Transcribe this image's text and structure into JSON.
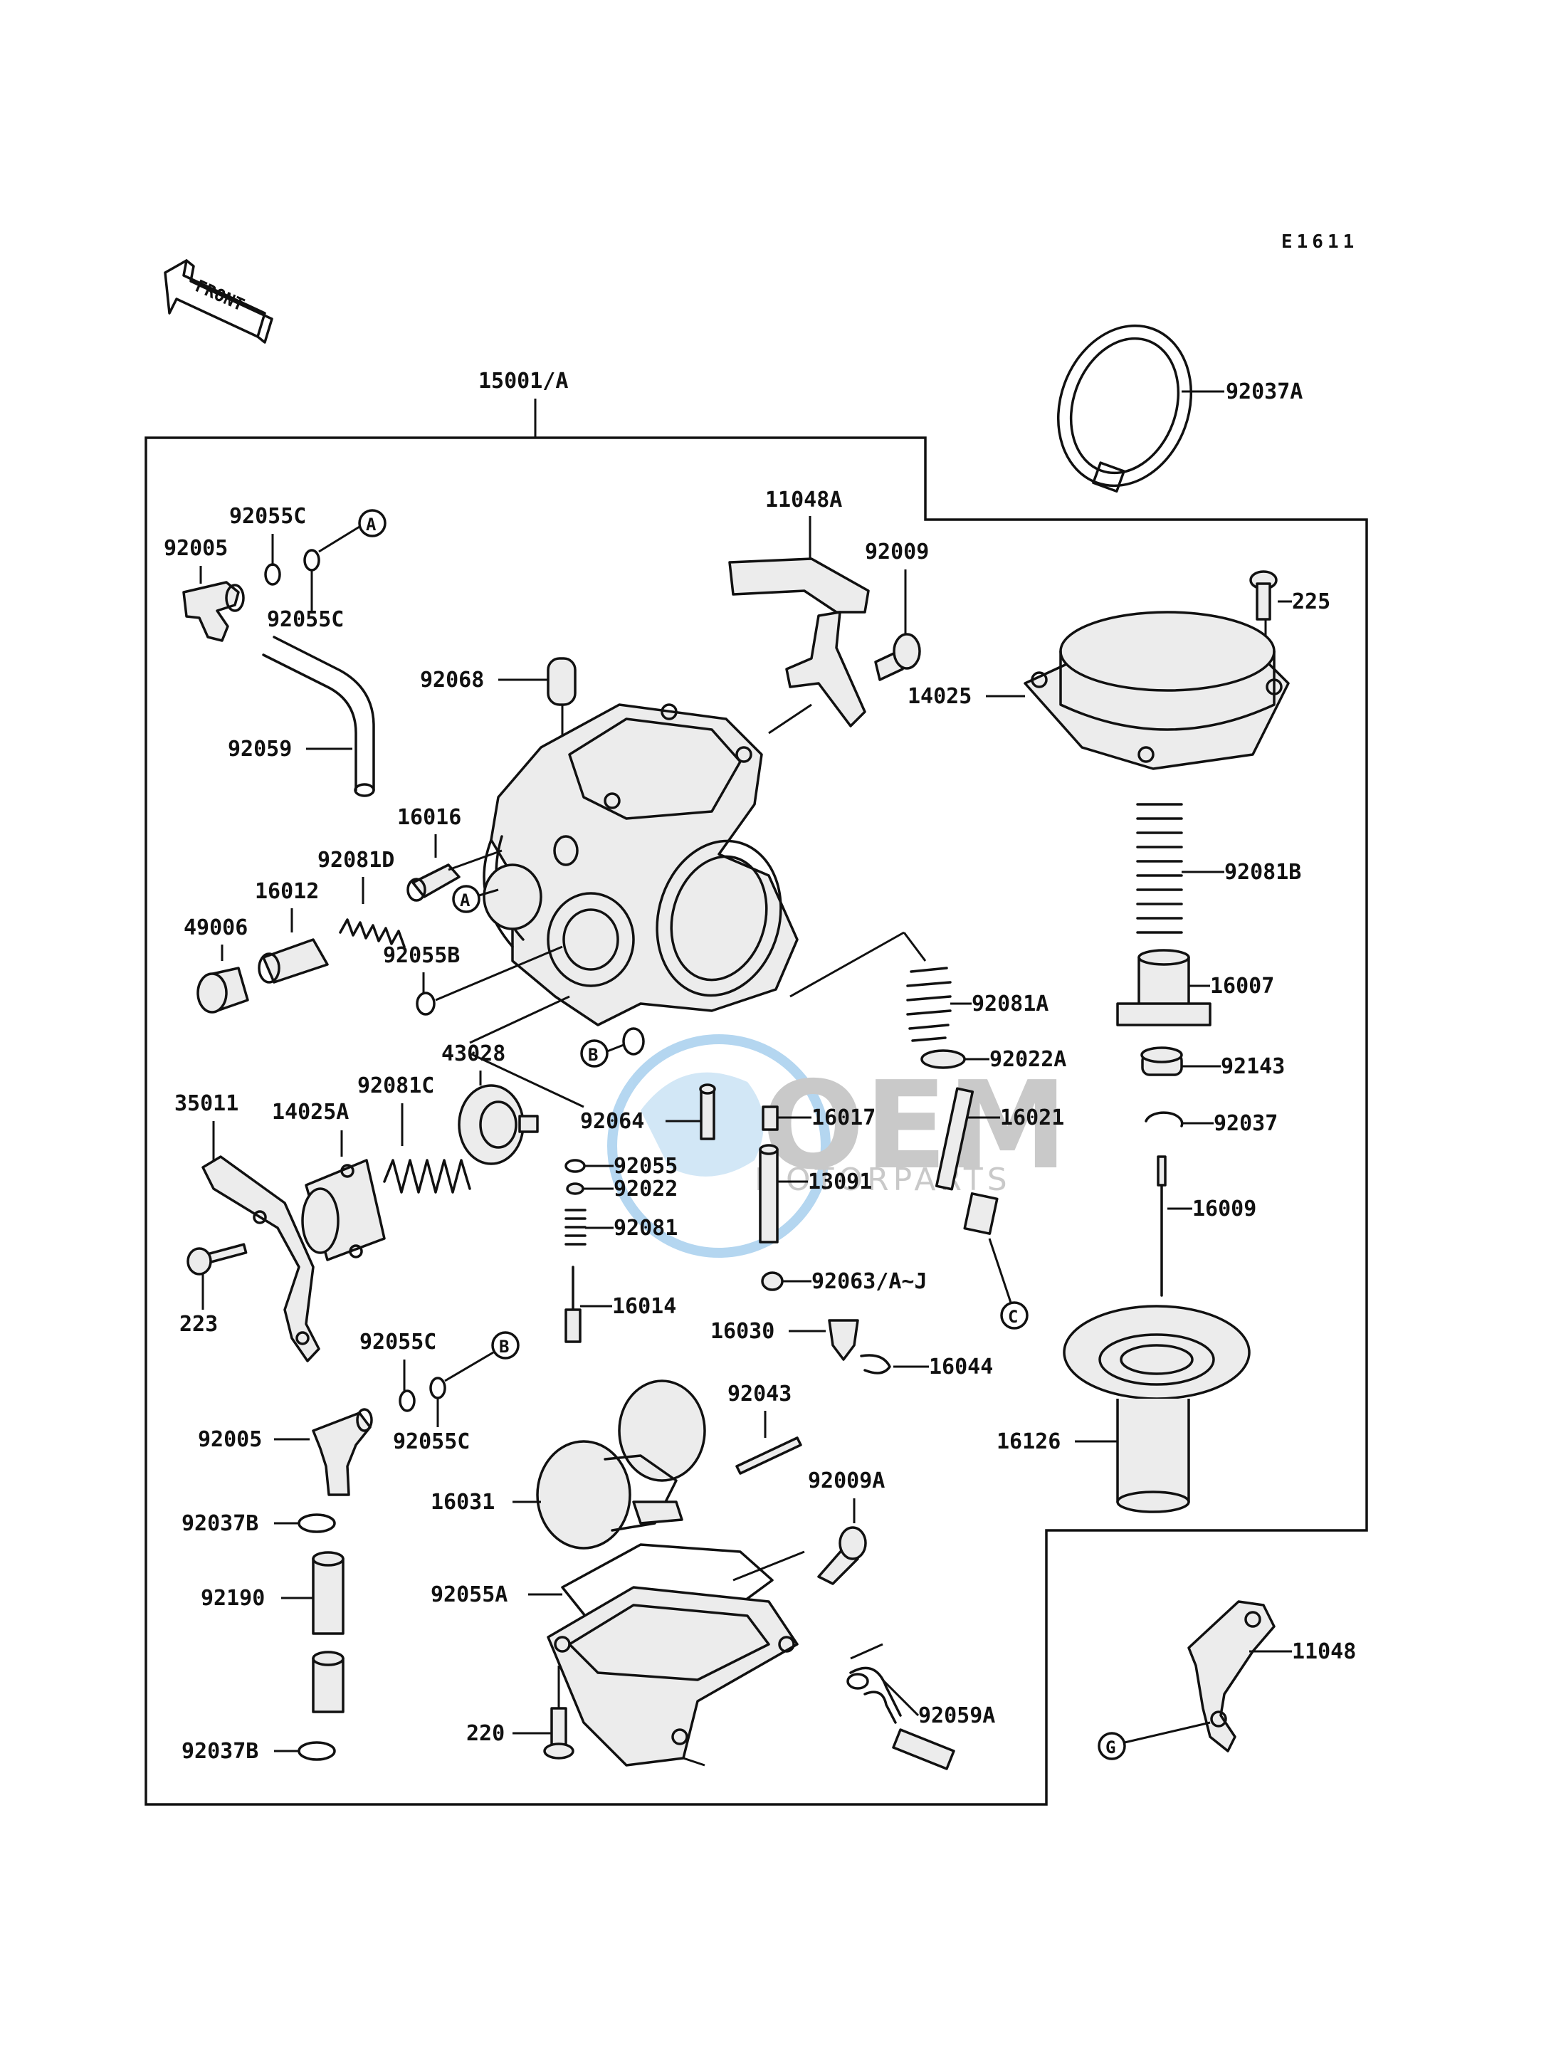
{
  "diagram_code": "E1611",
  "front_label": "FRONT",
  "assembly_label": "15001/A",
  "watermark": {
    "brand": "OEM",
    "sub": "MOTORPARTS",
    "color": "#5aa6e0"
  },
  "refs": {
    "a": "A",
    "b": "B",
    "c": "C",
    "g": "G"
  },
  "part_labels": {
    "p92037A": "92037A",
    "p92055C_1": "92055C",
    "p92005_1": "92005",
    "p92055C_2": "92055C",
    "p11048A": "11048A",
    "p92009": "92009",
    "p225": "225",
    "p92068": "92068",
    "p14025": "14025",
    "p92059": "92059",
    "p16016": "16016",
    "p92081D": "92081D",
    "p16012": "16012",
    "p49006": "49006",
    "p92081B": "92081B",
    "p92055B": "92055B",
    "p16007": "16007",
    "p92081A": "92081A",
    "p92022A": "92022A",
    "p92143": "92143",
    "p43028": "43028",
    "p35011": "35011",
    "p14025A": "14025A",
    "p92081C": "92081C",
    "p92064": "92064",
    "p16017": "16017",
    "p16021": "16021",
    "p92037": "92037",
    "p92055": "92055",
    "p92022": "92022",
    "p13091": "13091",
    "p16009": "16009",
    "p92081": "92081",
    "p223": "223",
    "p92063": "92063/A~J",
    "p16014": "16014",
    "p16030": "16030",
    "p92055C_3": "92055C",
    "p16044": "16044",
    "p92043": "92043",
    "p92005_2": "92005",
    "p92055C_4": "92055C",
    "p16126": "16126",
    "p16031": "16031",
    "p92009A": "92009A",
    "p92037B_1": "92037B",
    "p92190": "92190",
    "p92055A": "92055A",
    "p11048": "11048",
    "p92059A": "92059A",
    "p220": "220",
    "p92037B_2": "92037B"
  }
}
